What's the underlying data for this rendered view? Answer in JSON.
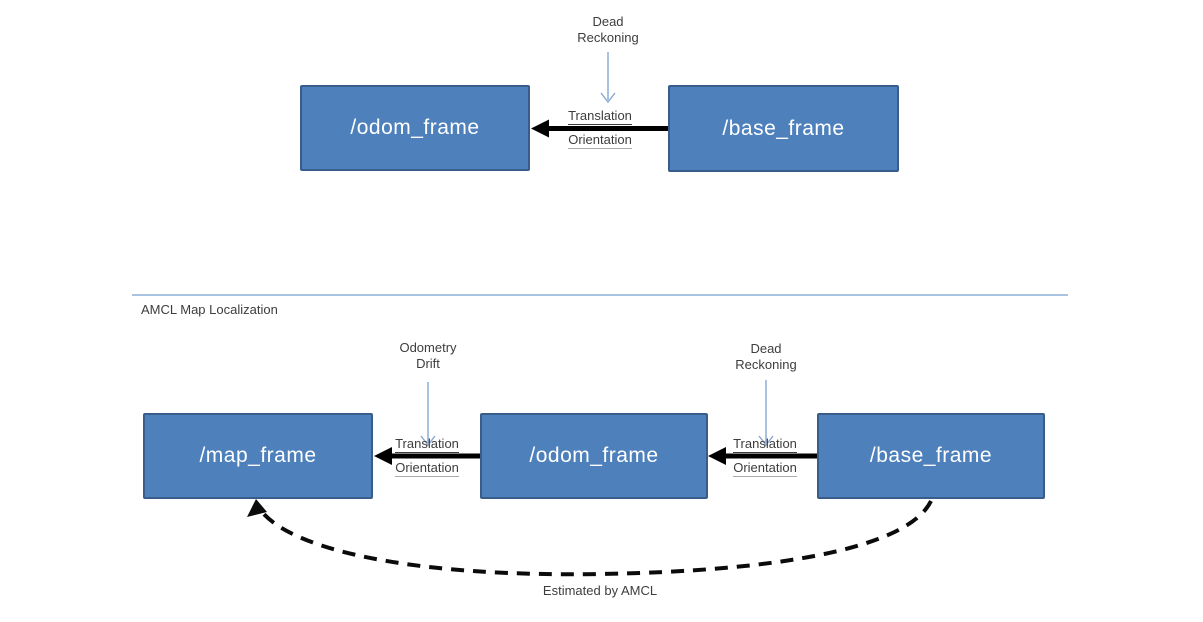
{
  "colors": {
    "node_fill": "#4E80BC",
    "node_border": "#385D8A",
    "node_text": "#FFFFFF",
    "label_text": "#3D3D3D",
    "thin_arrow": "#84A7D4",
    "thick_arrow": "#000000",
    "divider": "#A9C4E1"
  },
  "top_diagram": {
    "odom_node": "/odom_frame",
    "base_node": "/base_frame",
    "dead_reckoning": {
      "line1": "Dead",
      "line2": "Reckoning"
    },
    "edge": {
      "top": "Translation",
      "bottom": "Orientation"
    }
  },
  "bottom_diagram": {
    "section_title": "AMCL Map Localization",
    "map_node": "/map_frame",
    "odom_node": "/odom_frame",
    "base_node": "/base_frame",
    "odometry_drift": {
      "line1": "Odometry",
      "line2": "Drift"
    },
    "dead_reckoning": {
      "line1": "Dead",
      "line2": "Reckoning"
    },
    "edge_map_odom": {
      "top": "Translation",
      "bottom": "Orientation"
    },
    "edge_odom_base": {
      "top": "Translation",
      "bottom": "Orientation"
    },
    "amcl_estimate_label": "Estimated by AMCL"
  }
}
